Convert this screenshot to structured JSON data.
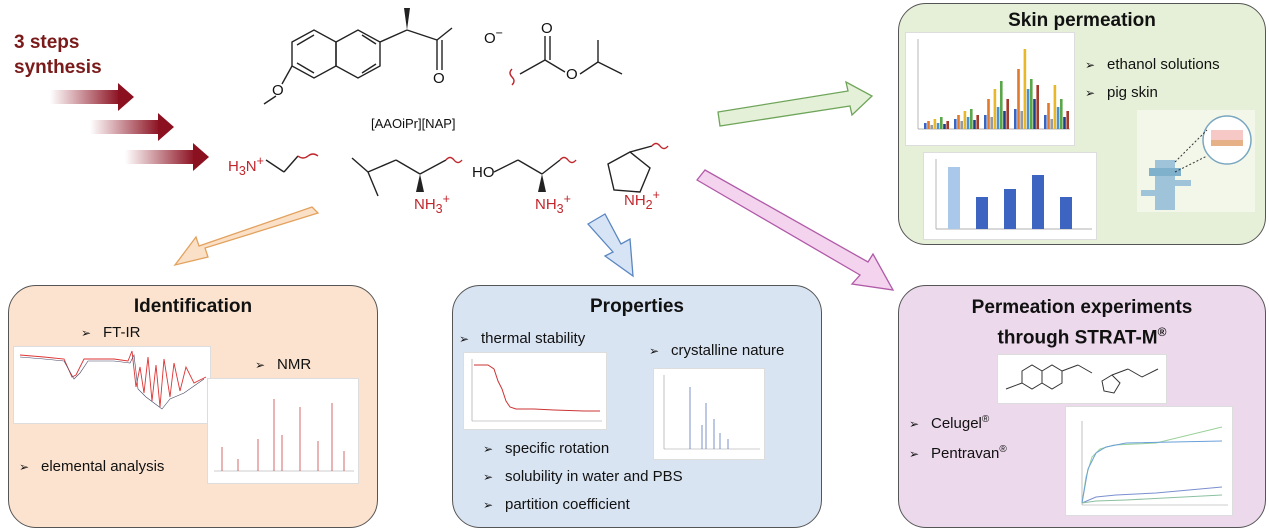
{
  "synthesis": {
    "line1": "3 steps",
    "line2": "synthesis"
  },
  "structure": {
    "label": "[AAOiPr][NAP]",
    "carboxylate": "O",
    "carboxylate_charge": "−",
    "ammonium_1": "H",
    "ammonium_1_sub": "3",
    "ammonium_1_n": "N",
    "ammonium_2": "NH",
    "ammonium_2_sub": "3",
    "ammonium_3": "NH",
    "ammonium_3_sub": "3",
    "ammonium_4": "NH",
    "ammonium_4_sub": "2",
    "ho": "HO",
    "plus": "+",
    "methoxy_o": "O",
    "ester_o1": "O",
    "ester_o2": "O"
  },
  "skin": {
    "title": "Skin permeation",
    "bullets": [
      "ethanol solutions",
      "pig skin"
    ]
  },
  "identification": {
    "title": "Identification",
    "bullets": [
      "FT-IR",
      "NMR",
      "elemental analysis"
    ]
  },
  "properties": {
    "title": "Properties",
    "bullets": [
      "thermal stability",
      "crystalline nature",
      "specific rotation",
      "solubility in water and PBS",
      "partition coefficient"
    ]
  },
  "strat": {
    "title_line1": "Permeation experiments",
    "title_line2": "through STRAT-M",
    "title_reg": "®",
    "bullets": [
      "Celugel",
      "Pentravan"
    ],
    "reg": "®"
  },
  "colors": {
    "skin_box": "#e6f0d9",
    "identification_box": "#fbe3cf",
    "properties_box": "#d9e4f3",
    "strat_box": "#ecd9ec",
    "dark_red": "#7a1a1a",
    "chem_red": "#c0262c"
  }
}
